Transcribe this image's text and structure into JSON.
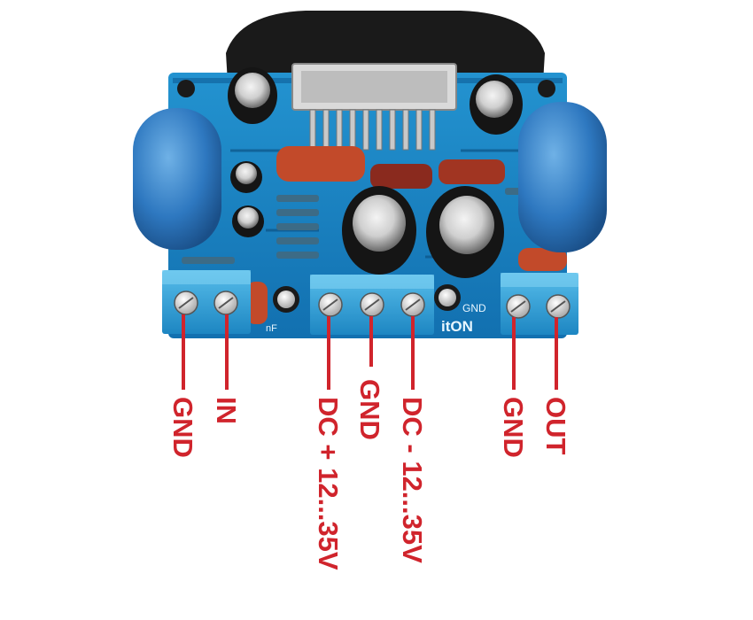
{
  "board": {
    "silkscreen": [
      "itON",
      "GND",
      "nF"
    ],
    "colors": {
      "pcb": "#1e8bc8",
      "pcb_dark": "#0d5e96",
      "terminal": "#2fa3d8",
      "x_capacitor": "#2e78c0",
      "film_capacitor": "#c24a2a",
      "lead_color": "#d0242c"
    }
  },
  "terminals": [
    {
      "label": "GND"
    },
    {
      "label": "IN"
    },
    {
      "label": "DC + 12...35V"
    },
    {
      "label": "GND"
    },
    {
      "label": "DC - 12...35V"
    },
    {
      "label": "GND"
    },
    {
      "label": "OUT"
    }
  ]
}
